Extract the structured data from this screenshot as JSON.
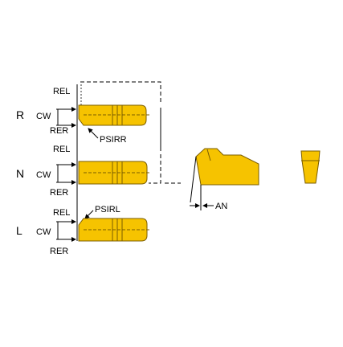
{
  "rows": [
    {
      "code": "R",
      "cw": "CW",
      "rel": "REL",
      "rer": "RER",
      "psi": "PSIRR"
    },
    {
      "code": "N",
      "cw": "CW",
      "rel": "REL",
      "rer": "RER",
      "psi": ""
    },
    {
      "code": "L",
      "cw": "CW",
      "rel": "REL",
      "rer": "RER",
      "psi": "PSIRL"
    }
  ],
  "angle_label": "AN",
  "colors": {
    "insert_fill": "#f6c300",
    "insert_stroke": "#7a5c00",
    "line": "#000000"
  }
}
